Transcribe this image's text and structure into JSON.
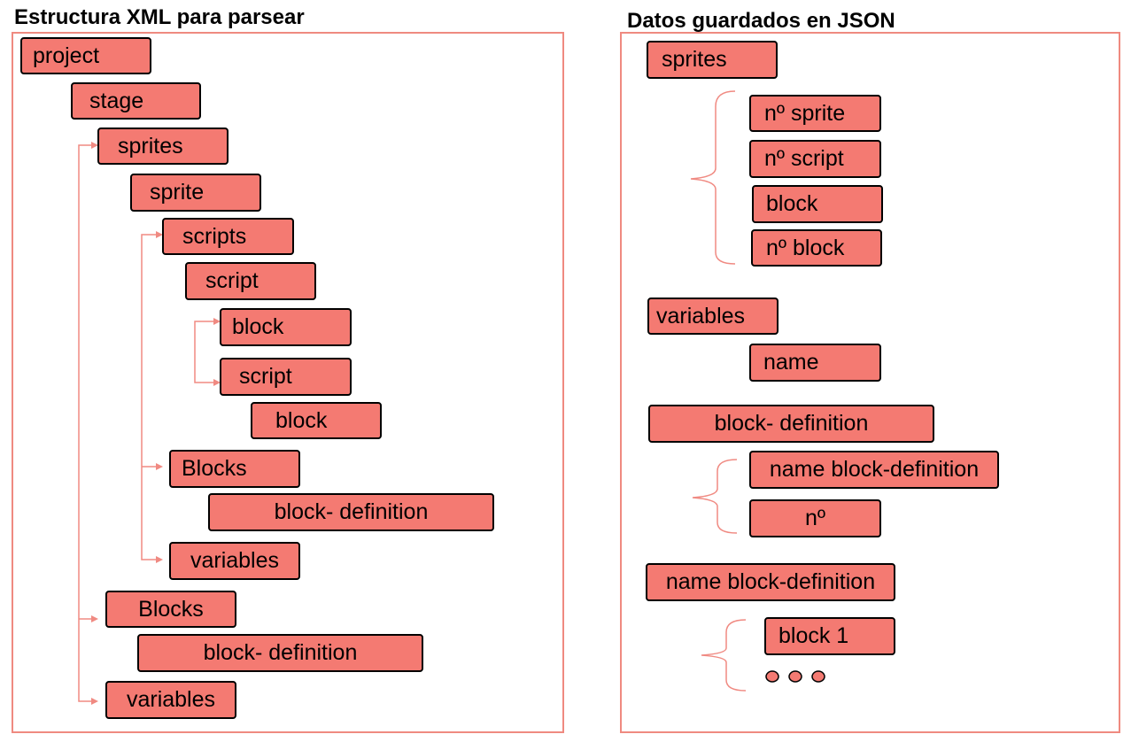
{
  "xml": {
    "title": "Estructura XML para parsear",
    "nodes": {
      "project": "project",
      "stage": "stage",
      "sprites": "sprites",
      "sprite": "sprite",
      "scripts": "scripts",
      "script": "script",
      "block": "block",
      "script2": "script",
      "block2": "block",
      "blocks_inner": "Blocks",
      "block_definition_inner": "block- definition",
      "variables_inner": "variables",
      "blocks_outer": "Blocks",
      "block_definition_outer": "block- definition",
      "variables_outer": "variables"
    }
  },
  "json": {
    "title": "Datos guardados en JSON",
    "nodes": {
      "sprites": "sprites",
      "n_sprite": "nº sprite",
      "n_script": "nº script",
      "block": "block",
      "n_block": "nº block",
      "variables": "variables",
      "name": "name",
      "block_definition": "block- definition",
      "name_block_definition": "name block-definition",
      "n": "nº",
      "name_block_definition_2": "name block-definition",
      "block_1": "block 1"
    }
  },
  "colors": {
    "node_fill": "#f47a72",
    "border": "#ef8a80",
    "connector": "#f08a82"
  }
}
